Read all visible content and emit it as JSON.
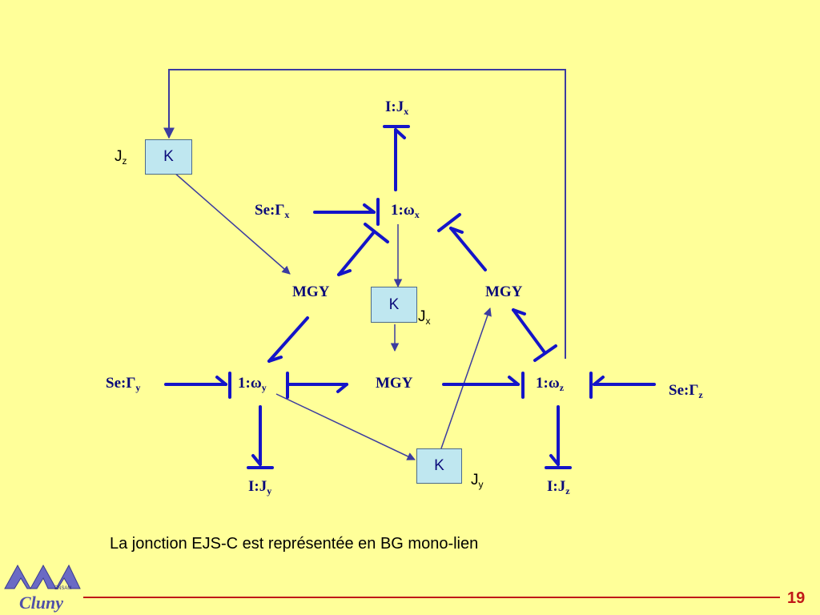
{
  "diagram": {
    "nodes": {
      "ij_x": {
        "label": "I:J",
        "sub": "x"
      },
      "one_wx": {
        "label": "1:ω",
        "sub": "x"
      },
      "se_gx": {
        "label": "Se:Γ",
        "sub": "x"
      },
      "mgy_left": {
        "label": "MGY"
      },
      "mgy_right": {
        "label": "MGY"
      },
      "mgy_center": {
        "label": "MGY"
      },
      "se_gy": {
        "label": "Se:Γ",
        "sub": "y"
      },
      "one_wy": {
        "label": "1:ω",
        "sub": "y"
      },
      "one_wz": {
        "label": "1:ω",
        "sub": "z"
      },
      "se_gz": {
        "label": "Se:Γ",
        "sub": "z"
      },
      "ij_y": {
        "label": "I:J",
        "sub": "y"
      },
      "ij_z": {
        "label": "I:J",
        "sub": "z"
      }
    },
    "k_boxes": [
      {
        "label": "K",
        "j_label": "J",
        "j_sub": "z"
      },
      {
        "label": "K",
        "j_label": "J",
        "j_sub": "x"
      },
      {
        "label": "K",
        "j_label": "J",
        "j_sub": "y"
      }
    ]
  },
  "caption": "La jonction EJS-C est représentée en BG mono-lien",
  "footer": {
    "page_number": "19",
    "logo_text": "Cluny",
    "logo_subtext": "ENSAM"
  },
  "colors": {
    "background": "#FFFF99",
    "bond": "#1414C8",
    "signal": "#3C3CA0",
    "box_fill": "#BFE7F0",
    "footer_red": "#C01818"
  }
}
